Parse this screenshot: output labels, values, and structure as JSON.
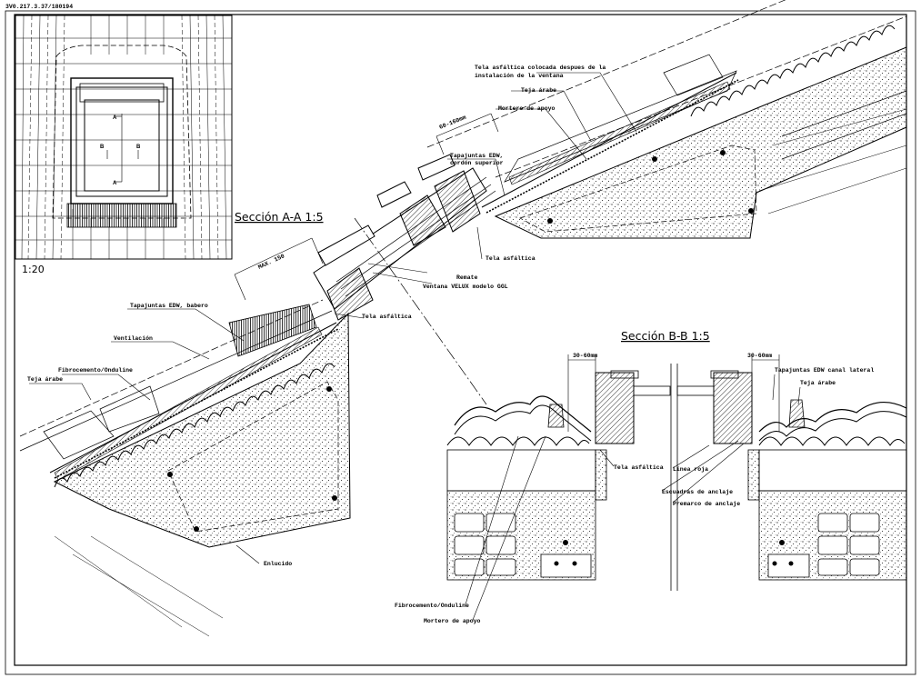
{
  "drawing": {
    "header_code": "3V0.217.3.37/180194",
    "plan_scale": "1:20",
    "section_aa_title": "Sección A-A 1:5",
    "section_bb_title": "Sección B-B 1:5",
    "plan_marks": [
      "A",
      "B",
      "B",
      "A"
    ]
  },
  "section_aa_labels": {
    "tela_after": "Tela asfáltica colocada despues de la",
    "tela_after_2": "instalación de la ventana",
    "teja_arabe_top": "Teja árabe",
    "mortero_apoyo_top": "Mortero de apoyo",
    "dim_top": "60-160mm",
    "tapajuntas_sup": "Tapajuntas EDW,",
    "tapajuntas_sup_2": "cordón superior",
    "tela_asf_1": "Tela asfáltica",
    "remate": "Remate",
    "ventana": "Ventana VELUX modelo GGL",
    "tela_asf_2": "Tela asfáltica",
    "dim_max": "MAX. 150",
    "tapajuntas_babero": "Tapajuntas EDW, babero",
    "ventilacion": "Ventilación",
    "fibrocemento_left": "Fibrocemento/Onduline",
    "teja_arabe_left": "Teja árabe",
    "enlucido": "Enlucido"
  },
  "section_bb_labels": {
    "dim_left": "30-60mm",
    "dim_right": "30-60mm",
    "tapajuntas_lateral": "Tapajuntas EDW canal lateral",
    "teja_arabe": "Teja árabe",
    "tela_asfaltica": "Tela asfáltica",
    "linea_roja": "Línea roja",
    "escuadras": "Escuadras de anclaje",
    "premarco": "Premarco de anclaje",
    "fibrocemento": "Fibrocemento/Onduline",
    "mortero": "Mortero de apoyo"
  },
  "colors": {
    "line": "#000000",
    "paper": "#ffffff"
  }
}
